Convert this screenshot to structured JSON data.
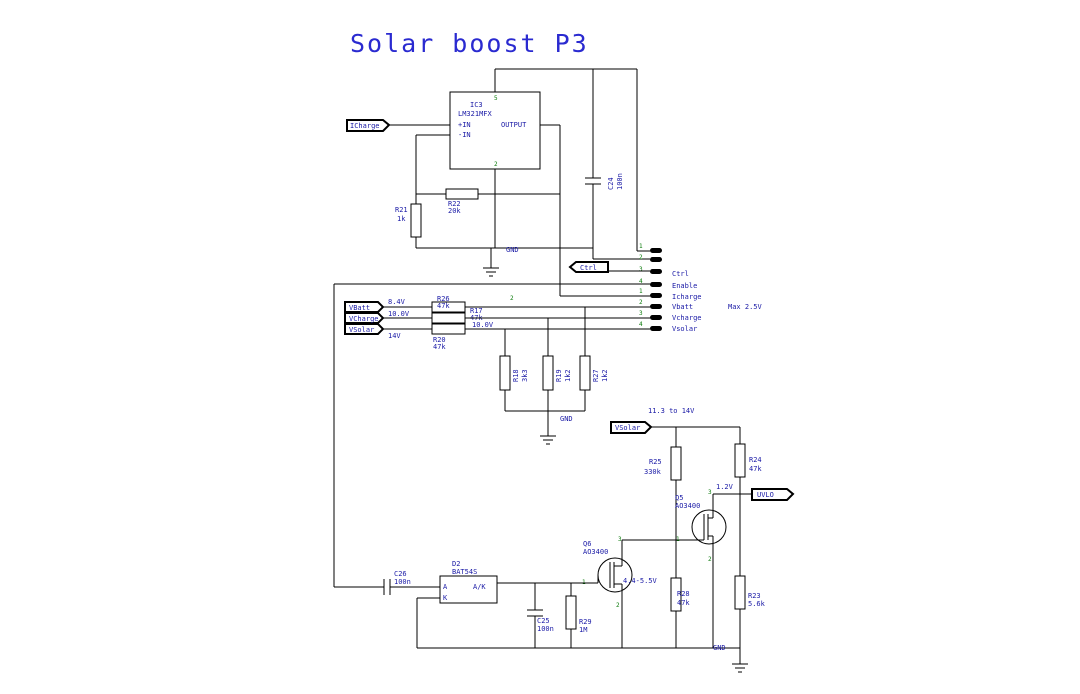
{
  "title": "Solar boost P3",
  "ic3": {
    "ref": "IC3",
    "part": "LM321MFX",
    "in_plus": "+IN",
    "in_minus": "-IN",
    "output": "OUTPUT",
    "pin5": "5",
    "pin2": "2"
  },
  "ports": {
    "icharge": "ICharge",
    "ctrl": "Ctrl",
    "vbatt": "VBatt",
    "vcharge": "VCharge",
    "vsolar_left": "VSolar",
    "vsolar_right": "VSolar",
    "uvlo": "UVLO"
  },
  "resistors": {
    "r21": {
      "ref": "R21",
      "val": "1k"
    },
    "r22": {
      "ref": "R22",
      "val": "20k"
    },
    "r26": {
      "ref": "R26",
      "val": "47k"
    },
    "r17": {
      "ref": "R17",
      "val": "47k"
    },
    "r20": {
      "ref": "R20",
      "val": "47k"
    },
    "r18": {
      "ref": "R18",
      "val": "3k3"
    },
    "r19": {
      "ref": "R19",
      "val": "1k2"
    },
    "r27": {
      "ref": "R27",
      "val": "1k2"
    },
    "r25": {
      "ref": "R25",
      "val": "330k"
    },
    "r24": {
      "ref": "R24",
      "val": "47k"
    },
    "r28": {
      "ref": "R28",
      "val": "47k"
    },
    "r29": {
      "ref": "R29",
      "val": "1M"
    },
    "r23": {
      "ref": "R23",
      "val": "5.6k"
    }
  },
  "caps": {
    "c24": {
      "ref": "C24",
      "val": "100n"
    },
    "c26": {
      "ref": "C26",
      "val": "100n"
    },
    "c25": {
      "ref": "C25",
      "val": "100n"
    }
  },
  "diode": {
    "ref": "D2",
    "part": "BAT54S",
    "a": "A",
    "k": "K",
    "ak": "A/K"
  },
  "q5": {
    "ref": "Q5",
    "part": "AO3400"
  },
  "q6": {
    "ref": "Q6",
    "part": "AO3400"
  },
  "gnd": "GND",
  "connector": {
    "pins_top": [
      "1",
      "2",
      "3",
      "4"
    ],
    "signals": [
      "Ctrl",
      "Enable",
      "Icharge",
      "Vbatt",
      "Vcharge",
      "Vsolar"
    ],
    "pins_bottom": [
      "1",
      "2",
      "3",
      "4"
    ]
  },
  "notes": {
    "max": "Max 2.5V",
    "v8": "8.4V",
    "v10a": "10.0V",
    "v10b": "10.0V",
    "v14": "14V",
    "range": "11.3 to 14V",
    "v12": "1.2V",
    "v45": "4.4-5.5V",
    "net2": "2"
  },
  "pins": {
    "p3a": "3",
    "p1a": "1",
    "p2a": "2",
    "p3b": "3",
    "p1b": "1",
    "p2b": "2"
  }
}
